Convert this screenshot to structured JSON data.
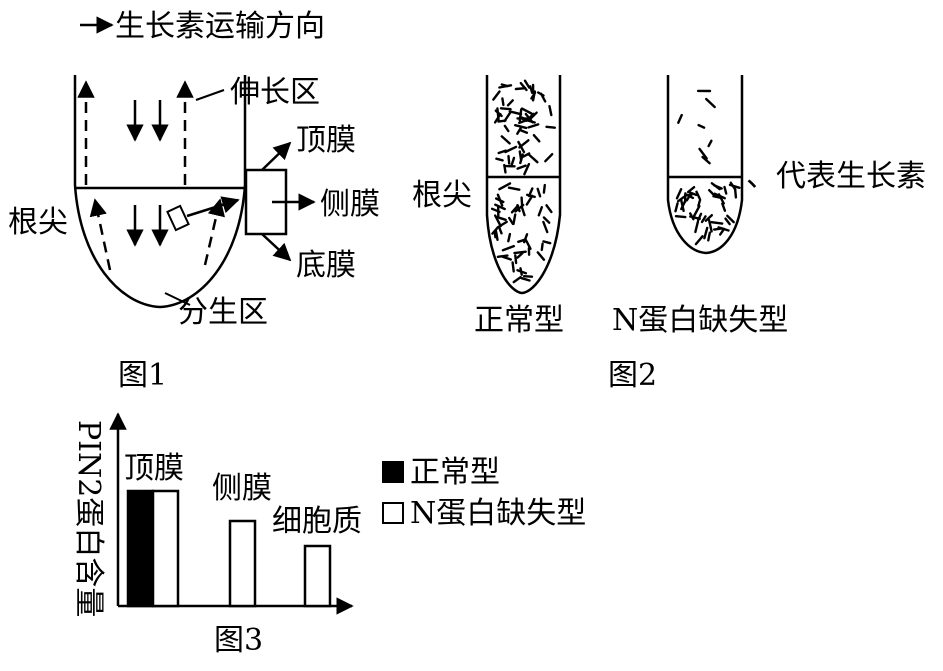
{
  "legend_top": {
    "text": "生长素运输方向"
  },
  "fig1": {
    "caption": "图1",
    "label_elongation": "伸长区",
    "label_root_tip": "根尖",
    "label_meristem": "分生区",
    "label_apical_membrane": "顶膜",
    "label_lateral_membrane": "侧膜",
    "label_basal_membrane": "底膜"
  },
  "fig2": {
    "caption": "图2",
    "label_root_tip": "根尖",
    "label_normal": "正常型",
    "label_mutant": "N蛋白缺失型",
    "label_speck": "、代表生长素"
  },
  "fig3": {
    "caption": "图3",
    "y_axis_label": "PIN2蛋白含量",
    "legend": [
      {
        "label": "正常型",
        "color": "#000000"
      },
      {
        "label": "N蛋白缺失型",
        "color": "#ffffff"
      }
    ]
  },
  "chart_data": {
    "type": "bar",
    "categories": [
      "顶膜",
      "侧膜",
      "细胞质"
    ],
    "series": [
      {
        "name": "正常型",
        "values": [
          4.6,
          null,
          null
        ]
      },
      {
        "name": "N蛋白缺失型",
        "values": [
          4.6,
          3.4,
          2.4
        ]
      }
    ],
    "xlabel": "",
    "ylabel": "PIN2蛋白含量",
    "grid": false
  }
}
